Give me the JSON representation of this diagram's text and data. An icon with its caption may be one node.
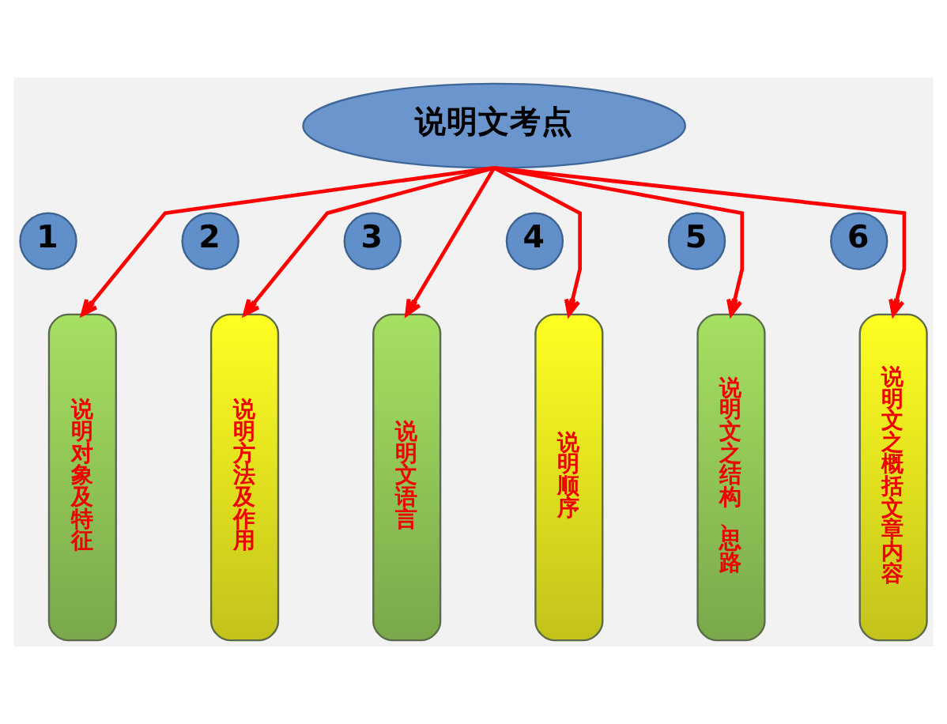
{
  "diagram": {
    "nodes": [
      {
        "text": [
          "说明文考点"
        ]
      },
      {
        "text": [
          "1"
        ]
      },
      {
        "text": [
          "说明对象及特征"
        ]
      },
      {
        "text": [
          "2"
        ]
      },
      {
        "text": [
          "说明方法及作用"
        ]
      },
      {
        "text": [
          "3"
        ]
      },
      {
        "text": [
          "说明文语言"
        ]
      },
      {
        "text": [
          "4"
        ]
      },
      {
        "text": [
          "说明顺序"
        ]
      },
      {
        "text": [
          "5"
        ]
      },
      {
        "text": [
          "说明文之结构、思路"
        ]
      },
      {
        "text": [
          "6"
        ]
      },
      {
        "text": [
          "说明文之概括文章内容"
        ]
      }
    ],
    "edges": [
      {
        "from": 0,
        "to": 2,
        "arrow": "to"
      },
      {
        "from": 0,
        "to": 4,
        "arrow": "to"
      },
      {
        "from": 0,
        "to": 6,
        "arrow": "to"
      },
      {
        "from": 0,
        "to": 8,
        "arrow": "to"
      },
      {
        "from": 0,
        "to": 10,
        "arrow": "to"
      },
      {
        "from": 0,
        "to": 12,
        "arrow": "to"
      }
    ]
  }
}
